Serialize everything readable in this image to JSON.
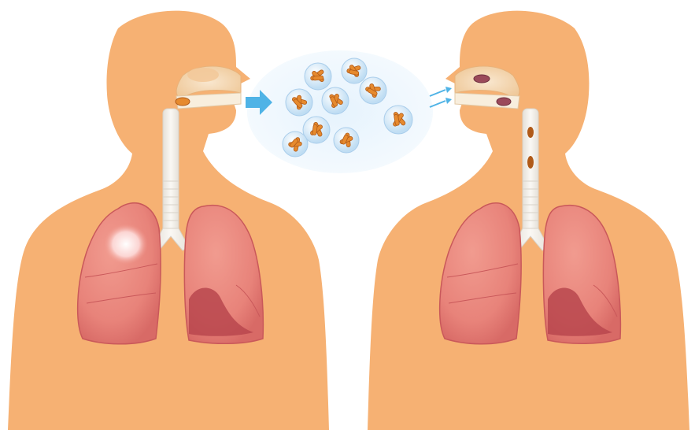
{
  "colors": {
    "skin": "#F6B173",
    "lung": "#E8837A",
    "lung_dark": "#C9585A",
    "lung_inner": "#B9474E",
    "trachea": "#F2F0EC",
    "trachea_stroke": "#D8D2C8",
    "airway_fill": "#F7E2C4",
    "bubble": "#CFE6F7",
    "cloud": "#DCEEFB",
    "bacteria": "#E68A2E",
    "bacteria_dark": "#B05A18",
    "arrow": "#4FB3E6",
    "lesion": "#FFFFFF"
  },
  "figures": [
    {
      "id": "infected-person",
      "facing": "right"
    },
    {
      "id": "exposed-person",
      "facing": "left"
    }
  ],
  "droplet_cloud": {
    "particle_count": 9,
    "icon": "bacteria-droplet-icon"
  },
  "arrows": {
    "exhale": "arrow-right-icon",
    "inhale": "airflow-arrows-icon"
  }
}
